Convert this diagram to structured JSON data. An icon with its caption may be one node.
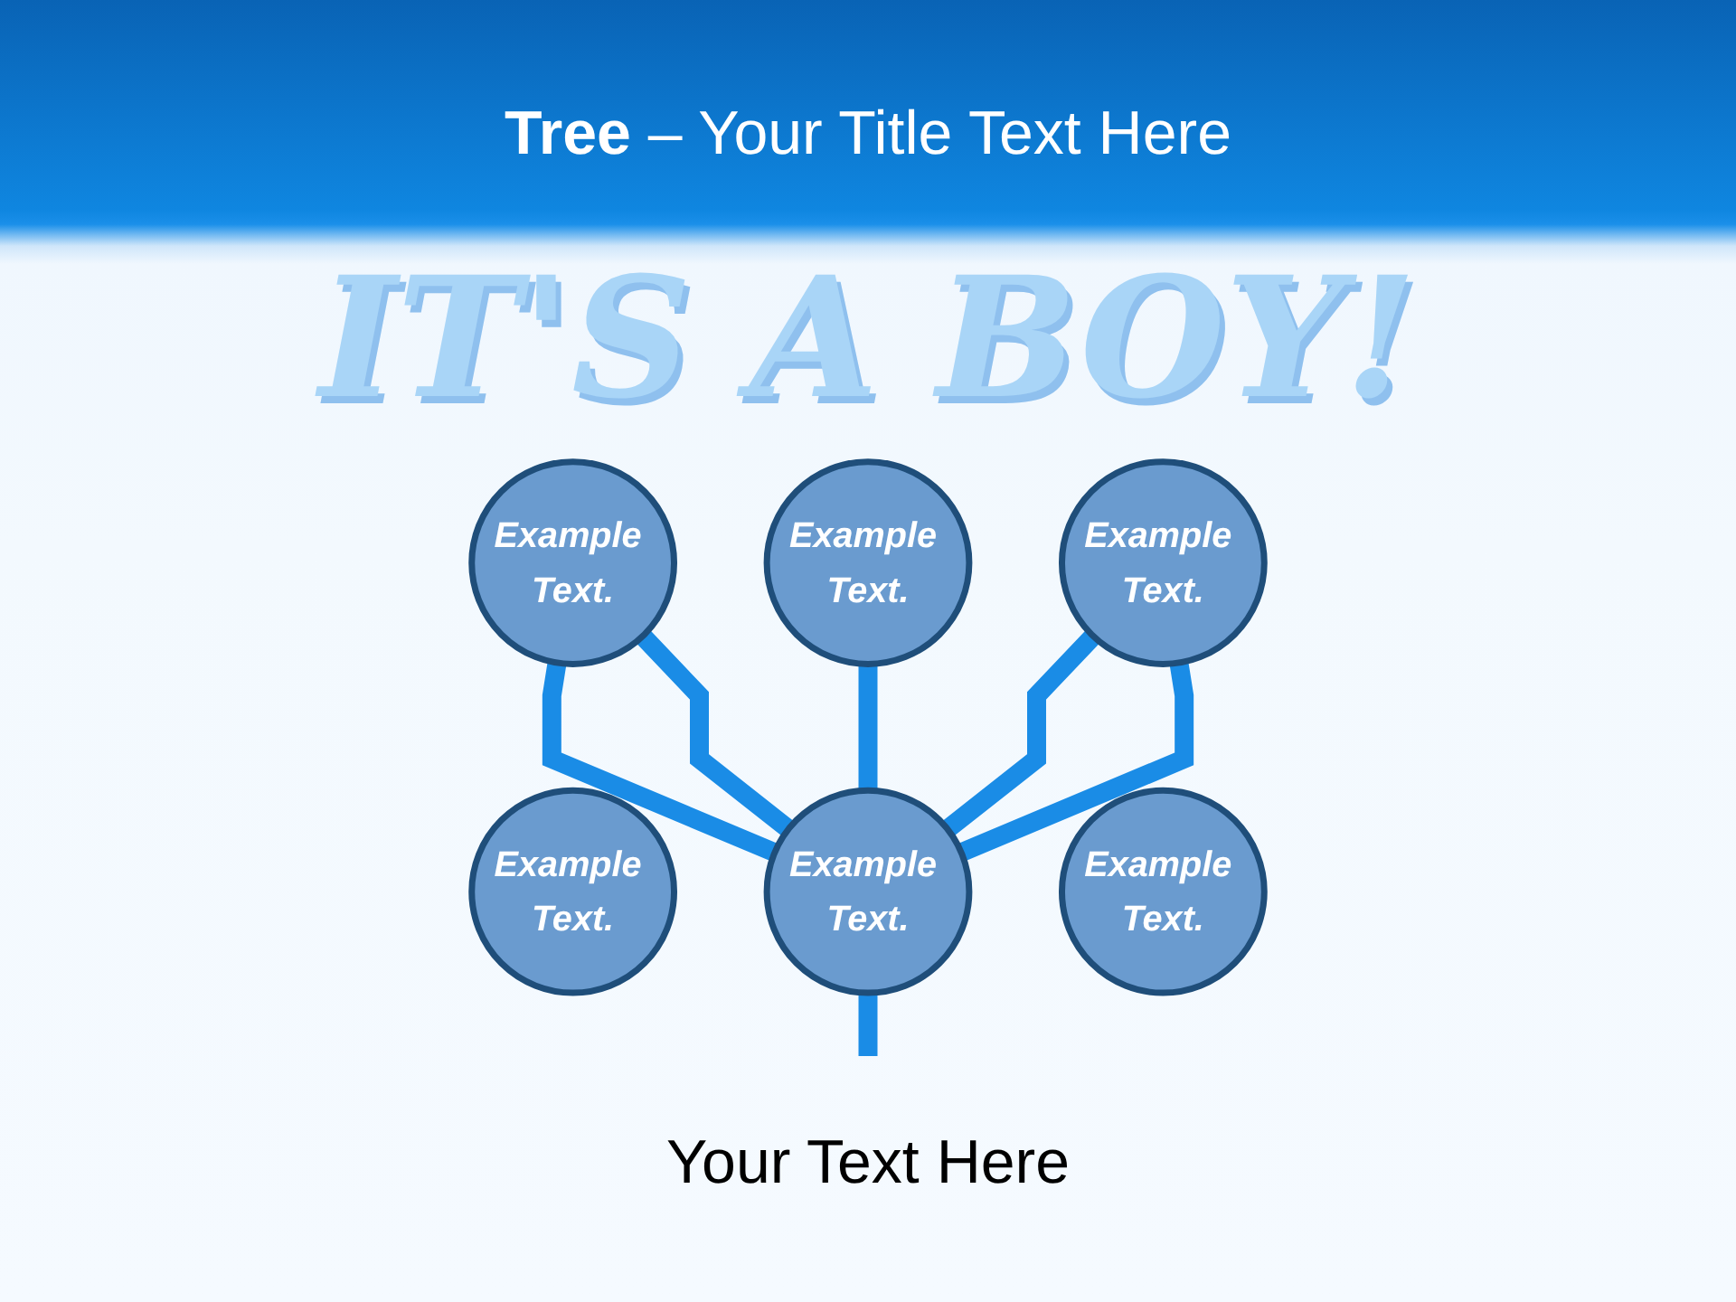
{
  "diagram": {
    "title": "**Tree** – Your Title Text Here",
    "nodes": [
      {
        "text": [
          "Example Text."
        ]
      },
      {
        "text": [
          "Example Text."
        ]
      },
      {
        "text": [
          "Example Text."
        ]
      },
      {
        "text": [
          "Example Text."
        ]
      },
      {
        "text": [
          "Example Text."
        ]
      },
      {
        "text": [
          "Example Text."
        ]
      }
    ],
    "edges": [
      {
        "from": 4,
        "to": 1,
        "arrow": "none"
      },
      {
        "from": 4,
        "to": 1,
        "arrow": "none"
      },
      {
        "from": 4,
        "to": 0,
        "arrow": "none"
      },
      {
        "from": 4,
        "to": 2,
        "arrow": "none"
      },
      {
        "from": 4,
        "to": 2,
        "arrow": "none"
      },
      {
        "from": null,
        "to": 4,
        "arrow": "none"
      }
    ],
    "labels": [
      "IT'S A BOY!"
    ],
    "caption": "Your Text Here"
  }
}
